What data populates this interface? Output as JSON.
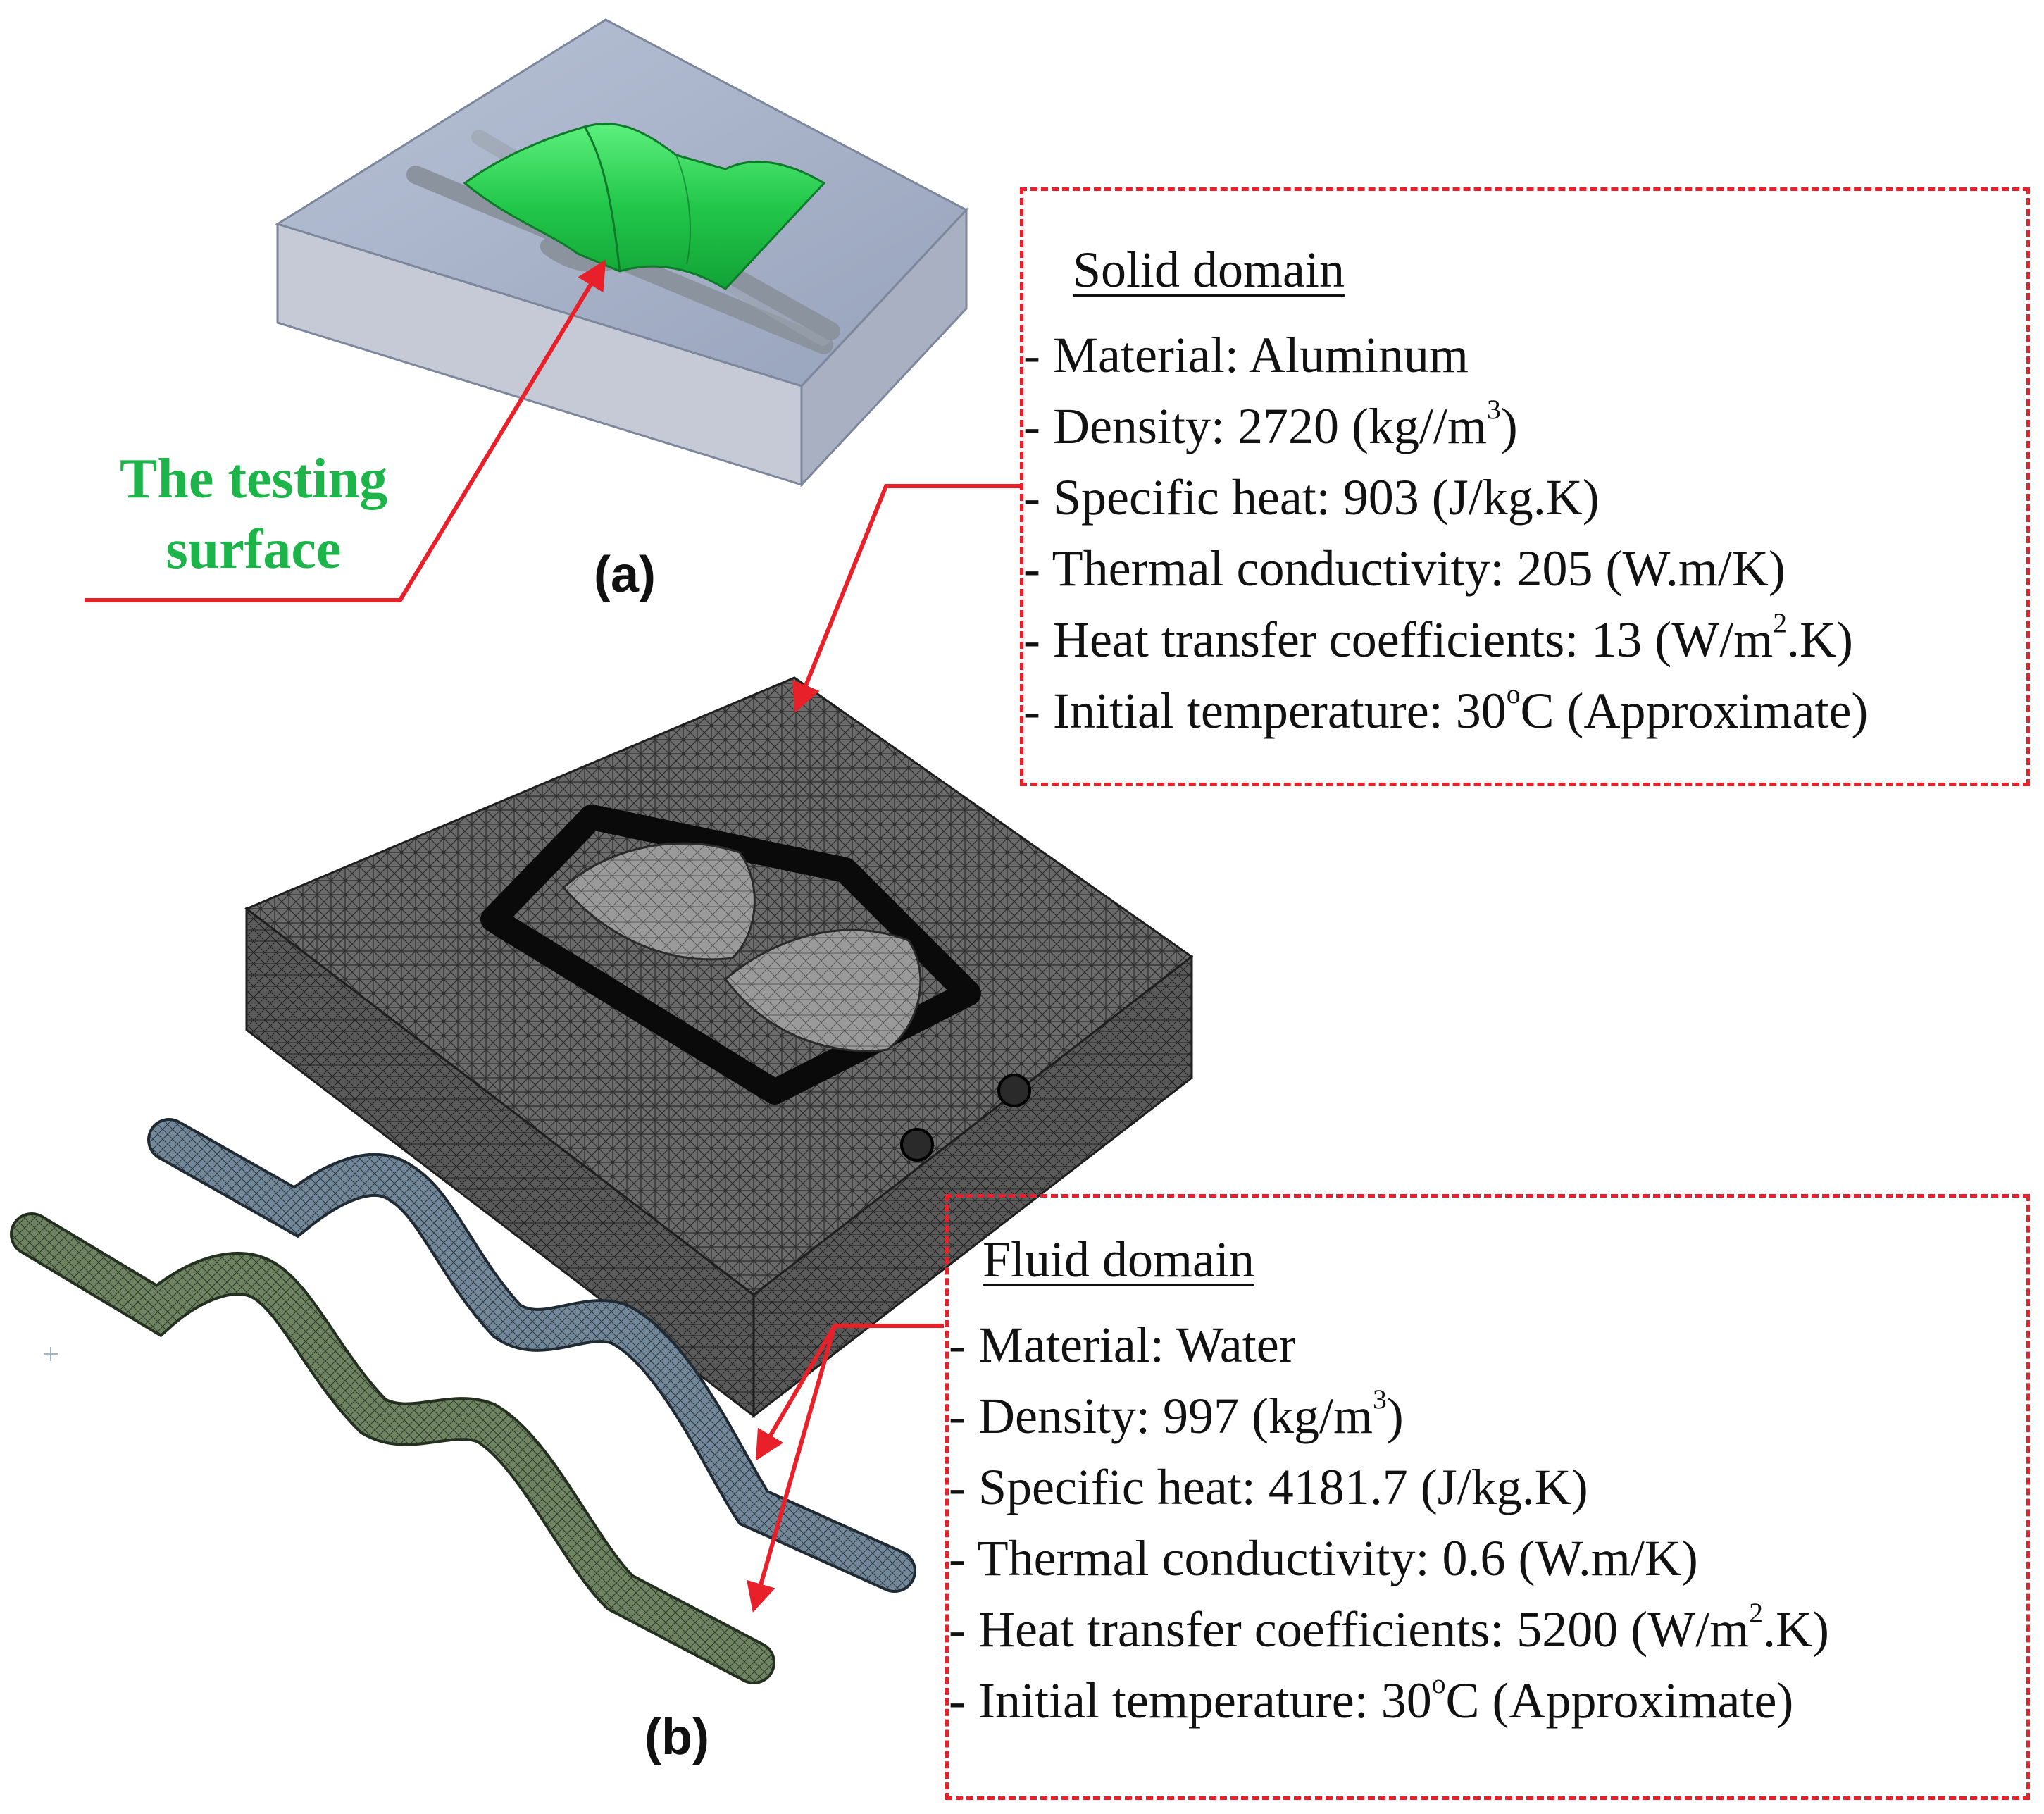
{
  "panel_a": {
    "label": "(a)",
    "callout_line1": "The testing",
    "callout_line2": "surface"
  },
  "panel_b": {
    "label": "(b)"
  },
  "solid_domain": {
    "title": "Solid domain",
    "material": "- Material: Aluminum",
    "density_prefix": "- Density: 2720 (kg//m",
    "density_sup": "3",
    "density_suffix": ")",
    "specific_heat": "- Specific heat: 903 (J/kg.K)",
    "thermal_conductivity": "- Thermal conductivity: 205 (W.m/K)",
    "htc_prefix": "- Heat transfer coefficients: 13 (W/m",
    "htc_sup": "2",
    "htc_suffix": ".K)",
    "temp_prefix": "- Initial temperature: 30",
    "temp_sup": "o",
    "temp_suffix": "C (Approximate)"
  },
  "fluid_domain": {
    "title": "Fluid domain",
    "material": "- Material: Water",
    "density_prefix": "- Density: 997 (kg/m",
    "density_sup": "3",
    "density_suffix": ")",
    "specific_heat": "- Specific heat: 4181.7 (J/kg.K)",
    "thermal_conductivity": "- Thermal conductivity: 0.6 (W.m/K)",
    "htc_prefix": "- Heat transfer coefficients: 5200 (W/m",
    "htc_sup": "2",
    "htc_suffix": ".K)",
    "temp_prefix": "- Initial temperature: 30",
    "temp_sup": "o",
    "temp_suffix": "C (Approximate)"
  },
  "colors": {
    "callout": "#e8202a",
    "testing_surface": "#1db54a",
    "block_top": "#a9b3c9",
    "mesh_dark": "#3a3a3a",
    "pipe_green": "#5c7050",
    "pipe_blue": "#5e7280"
  }
}
